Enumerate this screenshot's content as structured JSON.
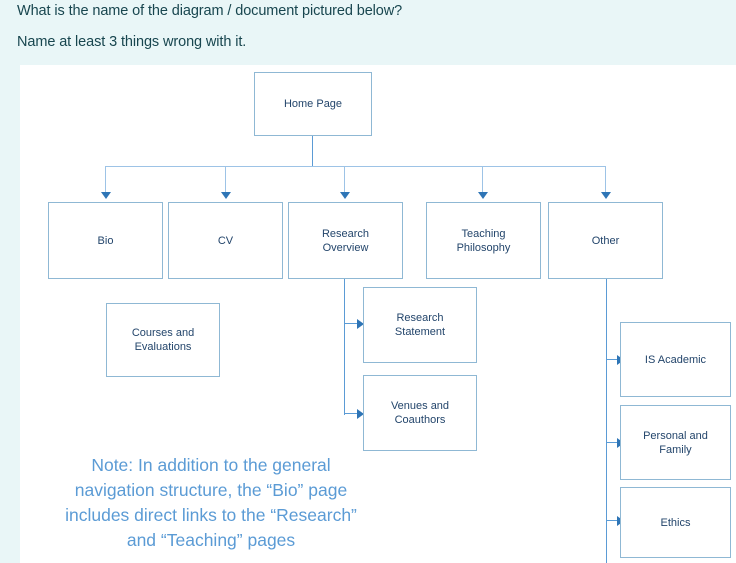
{
  "question": {
    "line1": "What is the name of the diagram / document pictured below?",
    "line2": "Name at least 3 things wrong with it."
  },
  "diagram": {
    "note": "Note: In addition to the general navigation structure, the “Bio” page includes direct links to the “Research” and “Teaching” pages",
    "nodes": {
      "home": "Home Page",
      "bio": "Bio",
      "cv": "CV",
      "research_overview_l1": "Research",
      "research_overview_l2": "Overview",
      "teaching_philosophy_l1": "Teaching",
      "teaching_philosophy_l2": "Philosophy",
      "other": "Other",
      "courses_l1": "Courses and",
      "courses_l2": "Evaluations",
      "research_statement_l1": "Research",
      "research_statement_l2": "Statement",
      "venues_l1": "Venues and",
      "venues_l2": "Coauthors",
      "is_academic": "IS Academic",
      "personal_l1": "Personal and",
      "personal_l2": "Family",
      "ethics": "Ethics"
    }
  },
  "colors": {
    "header_background": "#e9f6f7",
    "question_text": "#18464f",
    "node_border": "#8fb8d4",
    "node_text": "#23456b",
    "connector": "#5b9bd5",
    "arrow": "#2e75b6",
    "note_text": "#5b9bd5"
  }
}
